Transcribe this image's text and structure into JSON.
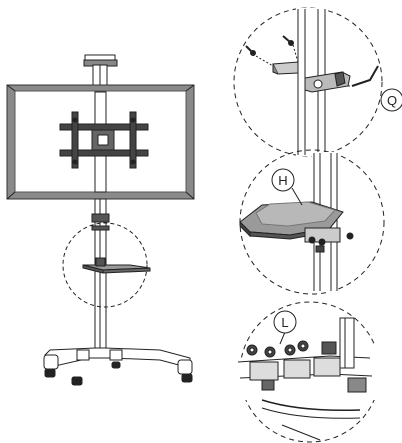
{
  "diagram": {
    "callouts": [
      {
        "id": "Q",
        "label": "Q"
      },
      {
        "id": "H",
        "label": "H"
      },
      {
        "id": "L",
        "label": "L"
      }
    ],
    "colors": {
      "line": "#222222",
      "tv_frame": "#8a8a8a",
      "tv_screen": "#ffffff",
      "shelf_fill": "#9a9a9a",
      "bracket_fill": "#4a4a4a",
      "detail_fill": "#bbbbbb"
    }
  }
}
